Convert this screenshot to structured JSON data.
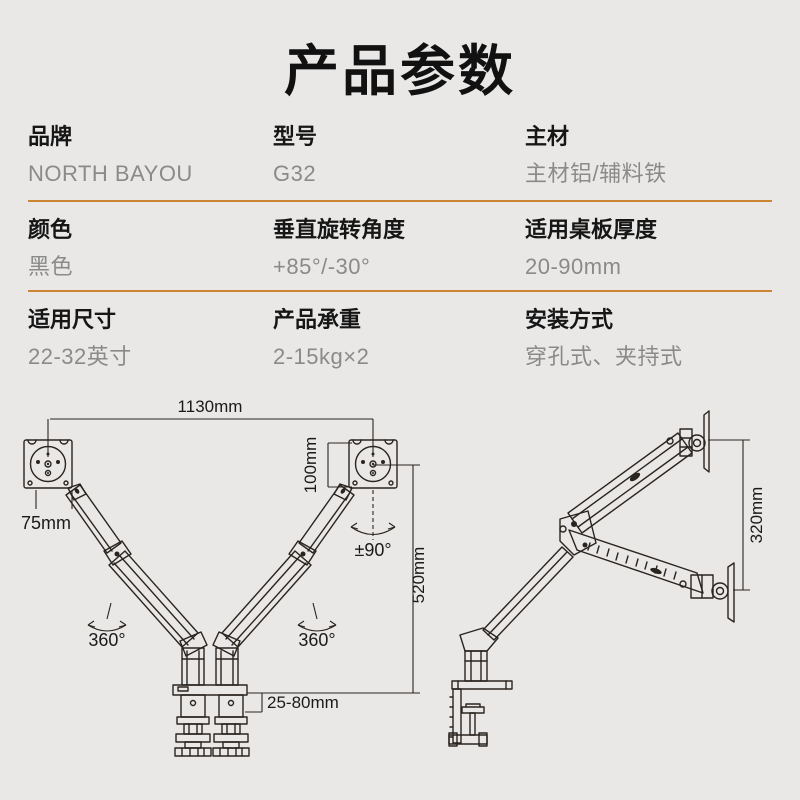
{
  "colors": {
    "background": "#e9e8e7",
    "divider_accent": "#cd8434",
    "label_text": "#161616",
    "value_text": "#8a8a8a",
    "line_art": "#2a241f"
  },
  "title": "产品参数",
  "specs": {
    "rows": [
      [
        {
          "label": "品牌",
          "value": "NORTH BAYOU"
        },
        {
          "label": "型号",
          "value": "G32"
        },
        {
          "label": "主材",
          "value": "主材铝/辅料铁"
        }
      ],
      [
        {
          "label": "颜色",
          "value": "黑色"
        },
        {
          "label": "垂直旋转角度",
          "value": "+85°/-30°"
        },
        {
          "label": "适用桌板厚度",
          "value": "20-90mm"
        }
      ],
      [
        {
          "label": "适用尺寸",
          "value": "22-32英寸"
        },
        {
          "label": "产品承重",
          "value": "2-15kg×2"
        },
        {
          "label": "安装方式",
          "value": "穿孔式、夹持式"
        }
      ]
    ]
  },
  "diagram": {
    "front": {
      "total_width": "1130mm",
      "vesa_height": "100mm",
      "vesa_width": "75mm",
      "head_swivel": "±90°",
      "column_height": "520mm",
      "arm_rotation_left": "360°",
      "arm_rotation_right": "360°",
      "desk_thickness": "25-80mm"
    },
    "side": {
      "lift_range": "320mm"
    }
  }
}
